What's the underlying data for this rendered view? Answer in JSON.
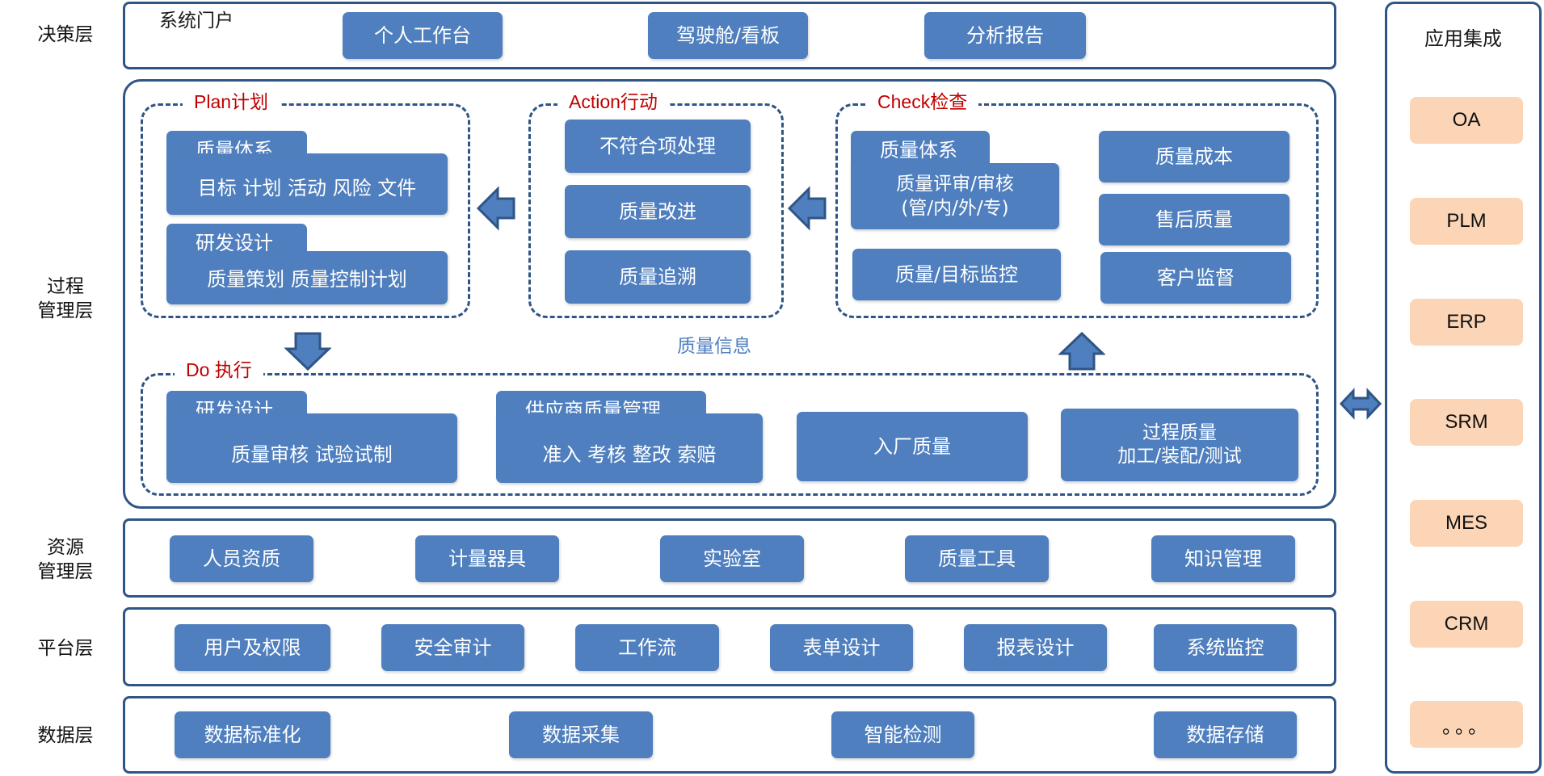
{
  "layers": {
    "decision": "决策层",
    "process": "过程\n管理层",
    "resource": "资源\n管理层",
    "platform": "平台层",
    "data": "数据层"
  },
  "decision": {
    "portal_label": "系统门户",
    "items": [
      "个人工作台",
      "驾驶舱/看板",
      "分析报告"
    ]
  },
  "plan": {
    "title": "Plan计划",
    "box1_tab": "质量体系",
    "box1_body": "目标 计划 活动 风险 文件",
    "box2_tab": "研发设计",
    "box2_body": "质量策划 质量控制计划"
  },
  "action": {
    "title": "Action行动",
    "items": [
      "不符合项处理",
      "质量改进",
      "质量追溯"
    ]
  },
  "check": {
    "title": "Check检查",
    "box1_tab": "质量体系",
    "box1_body_line1": "质量评审/审核",
    "box1_body_line2": "(管/内/外/专)",
    "monitor": "质量/目标监控",
    "right_items": [
      "质量成本",
      "售后质量",
      "客户监督"
    ]
  },
  "quality_info": "质量信息",
  "do": {
    "title": "Do 执行",
    "box1_tab": "研发设计",
    "box1_body": "质量审核  试验试制",
    "box2_tab": "供应商质量管理",
    "box2_body": "准入 考核 整改 索赔",
    "incoming": "入厂质量",
    "process_line1": "过程质量",
    "process_line2": "加工/装配/测试"
  },
  "resource": {
    "items": [
      "人员资质",
      "计量器具",
      "实验室",
      "质量工具",
      "知识管理"
    ]
  },
  "platform": {
    "items": [
      "用户及权限",
      "安全审计",
      "工作流",
      "表单设计",
      "报表设计",
      "系统监控"
    ]
  },
  "data": {
    "items": [
      "数据标准化",
      "数据采集",
      "智能检测",
      "数据存储"
    ]
  },
  "integration": {
    "title": "应用集成",
    "items": [
      "OA",
      "PLM",
      "ERP",
      "SRM",
      "MES",
      "CRM",
      "。。。"
    ]
  },
  "colors": {
    "frame": "#2f5586",
    "box": "#4f7fbe",
    "app": "#fbd5b5",
    "title_red": "#c00000"
  }
}
